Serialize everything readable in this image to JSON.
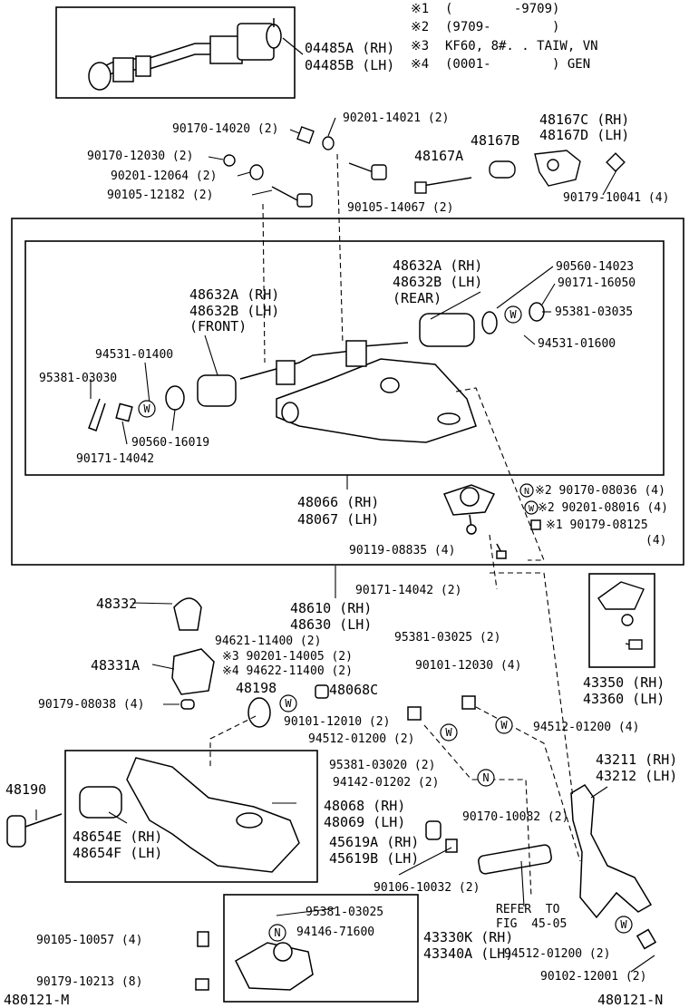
{
  "notes": [
    {
      "mark": "※1",
      "text": "(        -9709)"
    },
    {
      "mark": "※2",
      "text": "(9709-        )"
    },
    {
      "mark": "※3",
      "text": "KF60, 8#. . TAIW, VN"
    },
    {
      "mark": "※4",
      "text": "(0001-        ) GEN"
    }
  ],
  "callouts": {
    "c04485a": "04485A (RH)",
    "c04485b": "04485B (LH)",
    "c90170_14020": "90170-14020 (2)",
    "c90201_14021": "90201-14021 (2)",
    "c90170_12030": "90170-12030 (2)",
    "c90201_12064": "90201-12064 (2)",
    "c90105_12182": "90105-12182 (2)",
    "c48167a": "48167A",
    "c48167b": "48167B",
    "c48167c": "48167C (RH)",
    "c48167d": "48167D (LH)",
    "c90105_14067": "90105-14067 (2)",
    "c90179_10041": "90179-10041 (4)",
    "c48632a_rear": "48632A (RH)",
    "c48632b_rear": "48632B (LH)",
    "c_rear": "(REAR)",
    "c90560_14023": "90560-14023",
    "c90171_16050": "90171-16050",
    "c95381_03035": "95381-03035",
    "c94531_01600": "94531-01600",
    "c48632a_front": "48632A (RH)",
    "c48632b_front": "48632B (LH)",
    "c_front": "(FRONT)",
    "c94531_01400": "94531-01400",
    "c95381_03030": "95381-03030",
    "c90560_16019": "90560-16019",
    "c90171_14042a": "90171-14042",
    "c48066": "48066 (RH)",
    "c48067": "48067 (LH)",
    "c90170_08036": "※2 90170-08036 (4)",
    "c90201_08016": "※2 90201-08016 (4)",
    "c90179_08125": "※1 90179-08125",
    "c90179_08125_qty": "(4)",
    "c90119_08835": "90119-08835 (4)",
    "c90171_14042b": "90171-14042 (2)",
    "c48332": "48332",
    "c48610": "48610 (RH)",
    "c48630": "48630 (LH)",
    "c95381_03025a": "95381-03025 (2)",
    "c94621_11400": "94621-11400 (2)",
    "c90201_14005": "※3 90201-14005 (2)",
    "c94622_11400": "※4 94622-11400 (2)",
    "c48331a": "48331A",
    "c48068c": "48068C",
    "c90179_08038": "90179-08038 (4)",
    "c48198": "48198",
    "c90101_12030": "90101-12030 (4)",
    "c90101_12010": "90101-12010 (2)",
    "c43350": "43350 (RH)",
    "c43360": "43360 (LH)",
    "c94512_01200a": "94512-01200 (2)",
    "c94512_01200b": "94512-01200 (4)",
    "c48190": "48190",
    "c95381_03020": "95381-03020 (2)",
    "c94142_01202": "94142-01202 (2)",
    "c43211": "43211 (RH)",
    "c43212": "43212 (LH)",
    "c48068": "48068 (RH)",
    "c48069": "48069 (LH)",
    "c48654e": "48654E (RH)",
    "c48654f": "48654F (LH)",
    "c45619a": "45619A (RH)",
    "c45619b": "45619B (LH)",
    "c90170_10082": "90170-10082 (2)",
    "c90106_10032": "90106-10032 (2)",
    "c_refer1": "REFER  TO",
    "c_refer2": "FIG  45-05",
    "c95381_03025b": "95381-03025",
    "c94146_71600": "94146-71600",
    "c43330k": "43330K (RH)",
    "c43340a": "43340A (LH)",
    "c90105_10057": "90105-10057 (4)",
    "c90179_10213": "90179-10213 (8)",
    "c94512_01200c": "94512-01200 (2)",
    "c90102_12001": "90102-12001 (2)",
    "c480121m": "480121-M",
    "c480121n": "480121-N"
  },
  "markers": {
    "washer": "W",
    "nut": "N"
  },
  "icons": [
    "washer-marker-icon",
    "nut-marker-icon",
    "bolt-icon",
    "bushing-icon",
    "upper-arm-icon",
    "lower-arm-icon",
    "ball-joint-icon",
    "steering-knuckle-icon",
    "bumper-stopper-icon",
    "torsion-bar-icon"
  ]
}
